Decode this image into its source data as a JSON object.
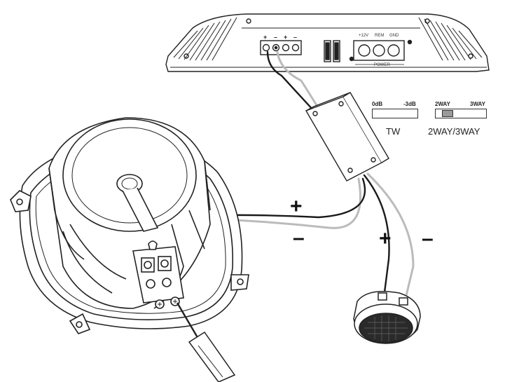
{
  "amplifier": {
    "terminal_signs": [
      "+",
      "–",
      "+",
      "–"
    ],
    "power_labels": {
      "v12": "+12V",
      "rem": "REM",
      "gnd": "GND"
    },
    "power_caption": "POWER"
  },
  "crossover": {
    "tw_switch": {
      "left": "0dB",
      "right": "-3dB",
      "caption": "TW"
    },
    "way_switch": {
      "left": "2WAY",
      "right": "3WAY",
      "caption": "2WAY/3WAY",
      "selected": "2WAY"
    }
  },
  "polarity": {
    "woofer_plus": "+",
    "woofer_minus": "–",
    "tweeter_plus": "+",
    "tweeter_minus": "–"
  },
  "colors": {
    "line": "#222222",
    "gray_wire": "#b8b8b8",
    "black_wire": "#1a1a1a",
    "knob": "#9a9a9a"
  }
}
